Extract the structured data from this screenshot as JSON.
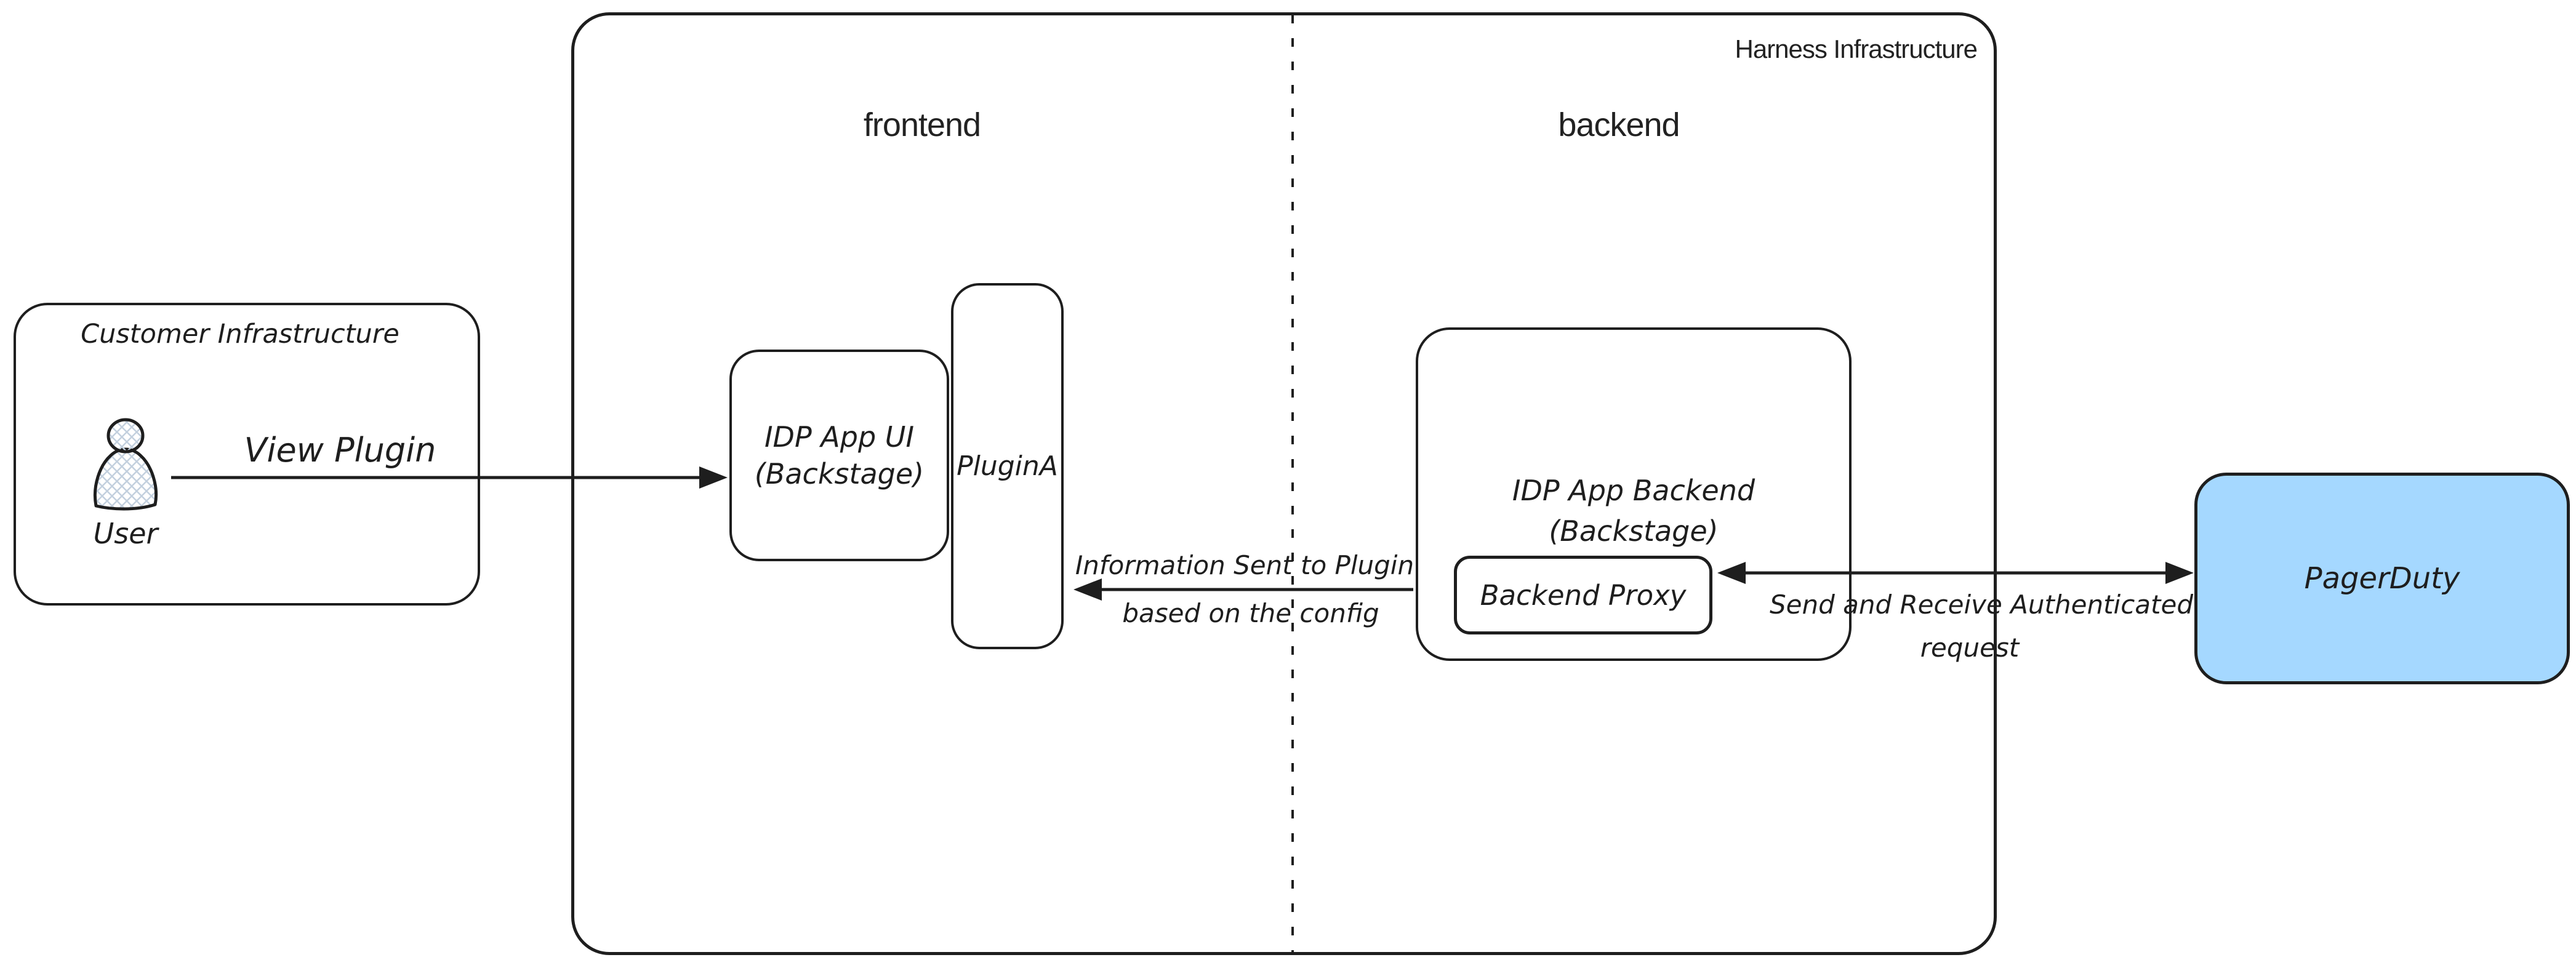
{
  "diagram": {
    "colors": {
      "stroke": "#1e1e1e",
      "background": "#ffffff",
      "pagerduty_fill": "#a5d8ff",
      "user_hatch": "#c3d0de"
    },
    "customer_infrastructure": {
      "label": "Customer Infrastructure",
      "user_label": "User"
    },
    "harness_infrastructure": {
      "label": "Harness Infrastructure",
      "frontend": "frontend",
      "backend": "backend"
    },
    "nodes": {
      "idp_app_ui": {
        "line1": "IDP App UI",
        "line2": "(Backstage)"
      },
      "plugin_a": {
        "label": "PluginA"
      },
      "idp_app_backend": {
        "line1": "IDP App Backend",
        "line2": "(Backstage)"
      },
      "backend_proxy": {
        "label": "Backend Proxy"
      },
      "pagerduty": {
        "label": "PagerDuty"
      }
    },
    "arrows": {
      "view_plugin": {
        "label": "View Plugin"
      },
      "info_sent": {
        "line1": "Information Sent to Plugin",
        "line2": "based on the config"
      },
      "auth_request": {
        "line1": "Send and Receive Authenticated",
        "line2": "request"
      }
    }
  }
}
